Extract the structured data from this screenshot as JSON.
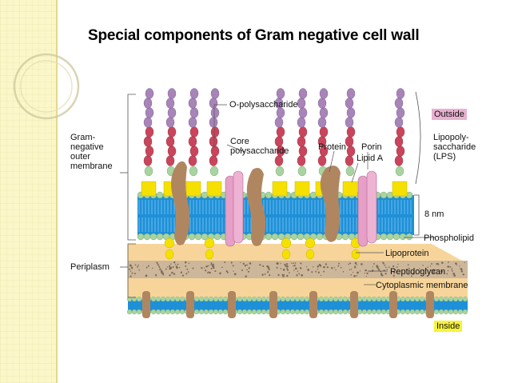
{
  "slide": {
    "title": "Special components of Gram negative cell wall"
  },
  "labels": {
    "outer_membrane_1": "Gram-",
    "outer_membrane_2": "negative",
    "outer_membrane_3": "outer",
    "outer_membrane_4": "membrane",
    "o_polysaccharide": "O-polysaccharide",
    "core_polysaccharide_1": "Core",
    "core_polysaccharide_2": "polysaccharide",
    "protein": "Protein",
    "porin": "Porin",
    "lipid_a": "Lipid A",
    "outside": "Outside",
    "lps_1": "Lipopoly-",
    "lps_2": "saccharide",
    "lps_3": "(LPS)",
    "thickness": "8 nm",
    "phospholipid": "Phospholipid",
    "lipoprotein": "Lipoprotein",
    "periplasm": "Periplasm",
    "peptidoglycan": "Peptidoglycan",
    "cytoplasmic_membrane": "Cytoplasmic membrane",
    "inside": "Inside"
  },
  "colors": {
    "membrane_blue": "#1e90d8",
    "head_green": "#a9d3a0",
    "lipid_a_yellow": "#f5e000",
    "o_chain_purple": "#a884b8",
    "core_red": "#c9455c",
    "protein_brown": "#b08660",
    "porin_pink": "#e69fc6",
    "periplasm_tan": "#f7d59a",
    "peptidoglycan": "#cdb79a",
    "outside_tag": "#e8b0d0",
    "inside_tag": "#f7f23a"
  }
}
